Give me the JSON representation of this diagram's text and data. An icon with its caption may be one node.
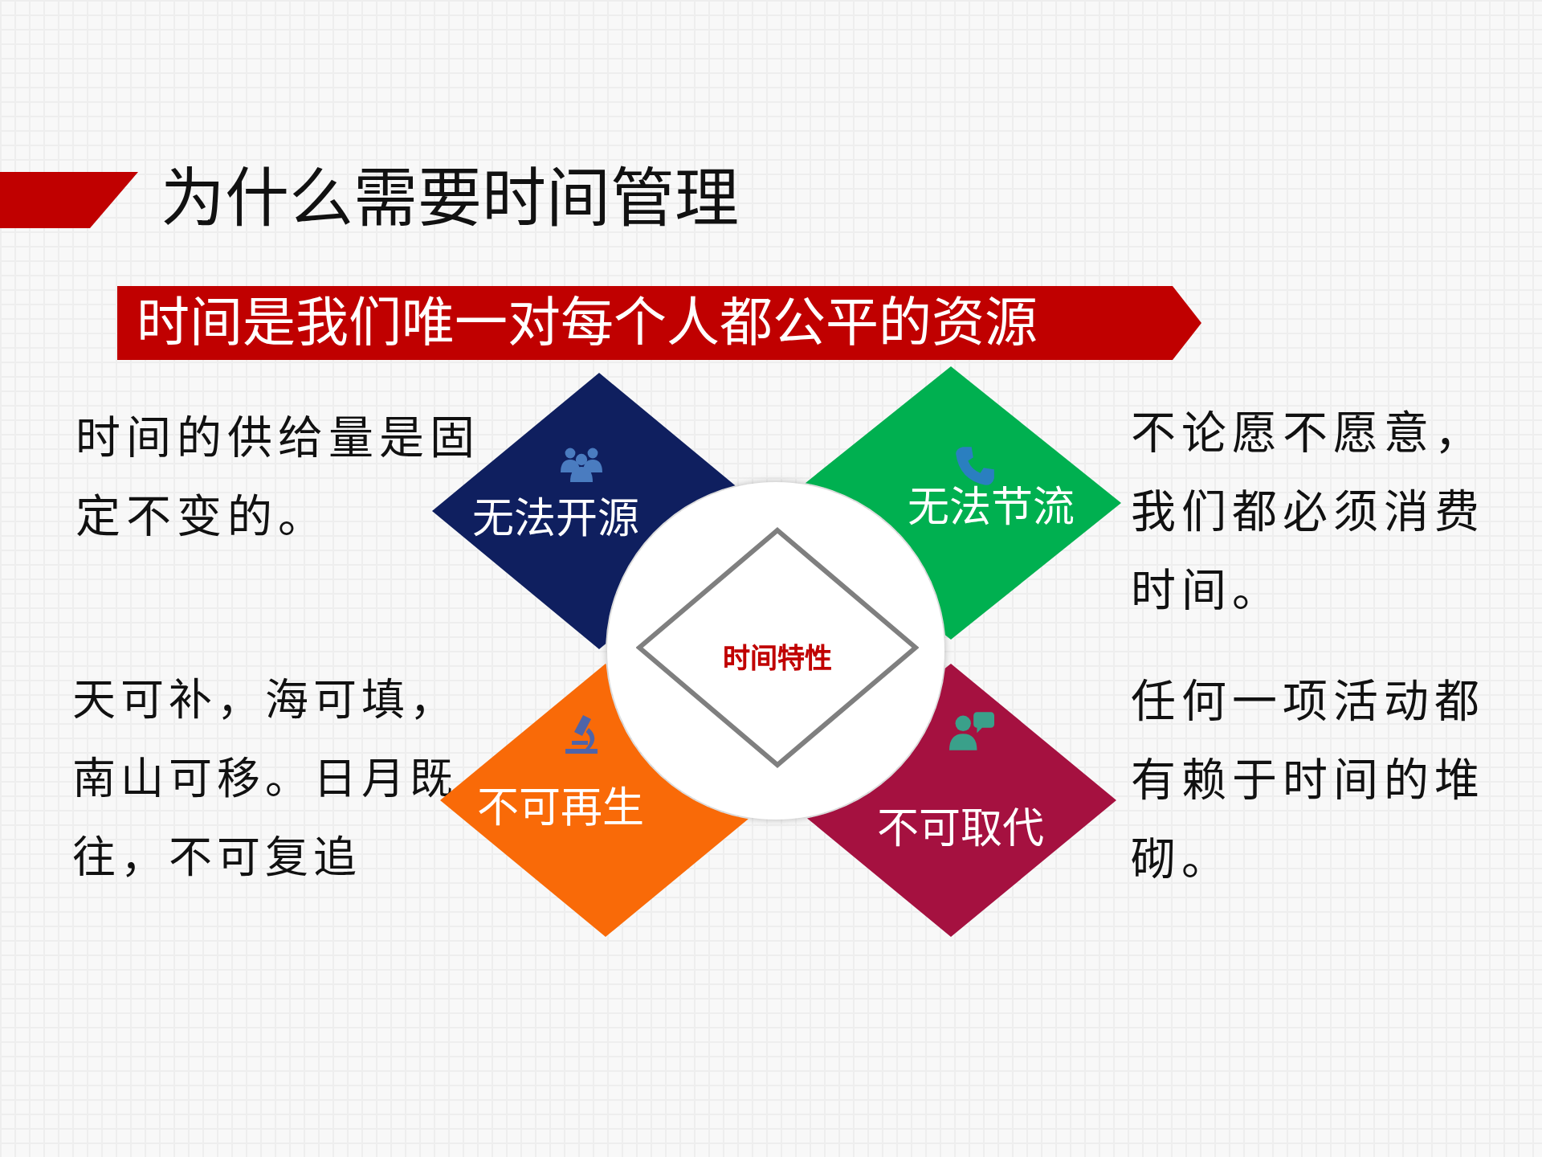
{
  "diagram": {
    "title": "为什么需要时间管理",
    "nodes": [
      {
        "text": [
          "时间是我们唯一对每个人都公平的资源"
        ]
      },
      {
        "text": [
          "无法开源"
        ],
        "beside": [
          "时间的供给量是固定不变的。"
        ]
      },
      {
        "text": [
          "无法节流"
        ],
        "beside": [
          "不论愿不愿意，我们都必须消费时间。"
        ]
      },
      {
        "text": [
          "时间特性"
        ]
      },
      {
        "text": [
          "不可再生"
        ],
        "beside": [
          "天可补，海可填，南山可移。日月既往，不可复追"
        ]
      },
      {
        "text": [
          "不可取代"
        ],
        "beside": [
          "任何一项活动都有赖于时间的堆砌。"
        ]
      }
    ]
  }
}
